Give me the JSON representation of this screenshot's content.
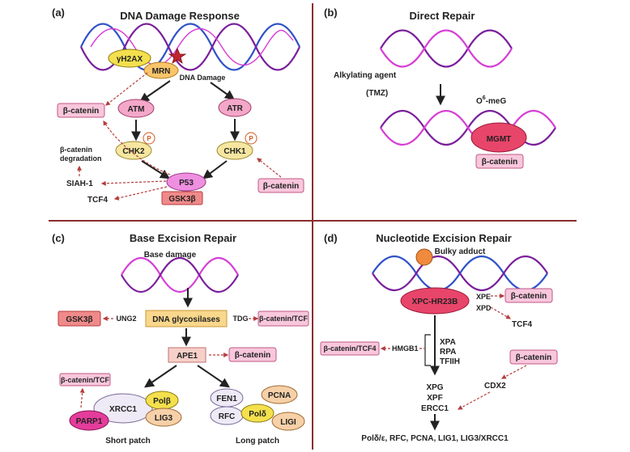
{
  "panels": {
    "a": {
      "letter": "(a)",
      "title": "DNA Damage Response",
      "h2ax": "γH2AX",
      "mrn": "MRN",
      "damage": "DNA Damage",
      "atm": "ATM",
      "atr": "ATR",
      "chk2": "CHK2",
      "chk1": "CHK1",
      "p": "P",
      "p53": "P53",
      "gsk3b": "GSK3β",
      "beta_catenin_left": "β-catenin",
      "beta_catenin_right": "β-catenin",
      "degradation_line1": "β-catenin",
      "degradation_line2": "degradation",
      "siah1": "SIAH-1",
      "tcf4": "TCF4"
    },
    "b": {
      "letter": "(b)",
      "title": "Direct Repair",
      "agent": "Alkylating agent",
      "tmz": "(TMZ)",
      "o6meg": "O",
      "o6meg_sup": "6",
      "o6meg_suffix": "-meG",
      "mgmt": "MGMT",
      "beta_catenin": "β-catenin"
    },
    "c": {
      "letter": "(c)",
      "title": "Base Excision Repair",
      "base_damage": "Base damage",
      "gsk3b": "GSK3β",
      "ung2": "UNG2",
      "glycosilases": "DNA glycosilases",
      "tdg": "TDG",
      "beta_catenin_tcf_right": "β-catenin/TCF",
      "ape1": "APE1",
      "beta_catenin": "β-catenin",
      "beta_catenin_tcf_left": "β-catenin/TCF",
      "parp1": "PARP1",
      "xrcc1": "XRCC1",
      "polb": "Polβ",
      "lig3": "LIG3",
      "fen1": "FEN1",
      "pcna": "PCNA",
      "rfc": "RFC",
      "pold": "Polδ",
      "lig1": "LIGI",
      "short_patch": "Short patch",
      "long_patch": "Long patch"
    },
    "d": {
      "letter": "(d)",
      "title": "Nucleotide Excision Repair",
      "bulky": "Bulky adduct",
      "xpc": "XPC-HR23B",
      "xpe": "XPE",
      "xpd": "XPD",
      "beta_catenin_top": "β-catenin",
      "tcf4": "TCF4",
      "beta_catenin_tcf4": "β-catenin/TCF4",
      "hmgb1": "HMGB1",
      "xpa": "XPA",
      "rpa": "RPA",
      "tfiih": "TFIIH",
      "beta_catenin_right": "β-catenin",
      "cdx2": "CDX2",
      "xpg": "XPG",
      "xpf": "XPF",
      "ercc1": "ERCC1",
      "final": "Polδ/ε, RFC, PCNA, LIG1, LIG3/XRCC1"
    }
  },
  "colors": {
    "divider": "#8b2e2e",
    "helix_purple": "#7a1f9b",
    "helix_magenta": "#d63fd6",
    "helix_blue": "#2f52c8",
    "pink_box": "#f8c7dc",
    "red_box": "#f08a8a",
    "orange_box": "#f9d78c",
    "yellow_node": "#f4e04d",
    "mgmt_red": "#e8456a"
  }
}
